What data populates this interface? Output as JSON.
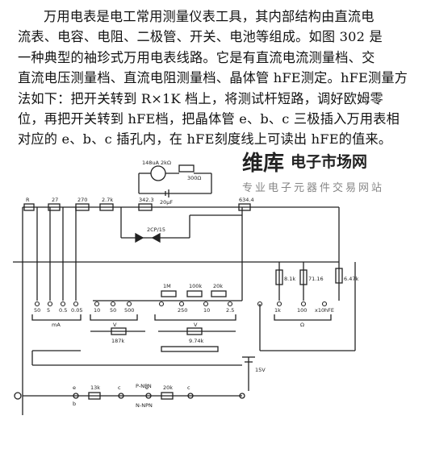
{
  "paragraph": {
    "lines": [
      "万用电表是电工常用测量仪表工具，其内部结构由直流电",
      "流表、电容、电阻、二极管、开关、电池等组成。如图 302 是",
      "一种典型的袖珍式万用电表线路。它是有直流电流测量档、交",
      "直流电压测量档、直流电阻测量档、晶体管 hFE测定。hFE测量方",
      "法如下：把开关转到 R×1K 档上，将测试杆短路，调好欧姆零",
      "位，再把开关转到 hFE档，把晶体管 e、b、c 三极插入万用表相",
      "对应的 e、b、c 插孔内，在 hFE刻度线上可读出 hFE的值来。"
    ]
  },
  "watermark": {
    "brand": "维库",
    "site": "电子市场网",
    "slogan": "专业电子元器件交易网站",
    "colors": {
      "red": "#e23b3b",
      "light": "#f6c3bd"
    }
  },
  "schematic": {
    "meter_label": "148uA 2kΩ",
    "pot_label": "300Ω",
    "cap_label": "20μF",
    "top_resistors": [
      "R",
      "27",
      "270",
      "2.7k",
      "342.3",
      "634.4"
    ],
    "vertical_resistors": [
      "8.1k",
      "71.16",
      "6.47k"
    ],
    "range_labels_left": [
      "50",
      "5",
      "0.5",
      "0.05"
    ],
    "range_labels_mid": [
      "10",
      "50",
      "500"
    ],
    "range_labels_voltage": [
      "1M",
      "250",
      "100k",
      "10",
      "2.5",
      "20k"
    ],
    "range_labels_right": [
      "1k",
      "100",
      "x10",
      "hFE"
    ],
    "group_labels": [
      "mA",
      "V",
      "V",
      "Ω"
    ],
    "lower_resistors": [
      "187k",
      "9.74k"
    ],
    "battery_label": "15V",
    "bottom_labels": [
      "e",
      "b",
      "13k",
      "c",
      "P-NPN",
      "N-NPN",
      "e",
      "20k",
      "c"
    ],
    "diode_label": "2CP/15"
  }
}
